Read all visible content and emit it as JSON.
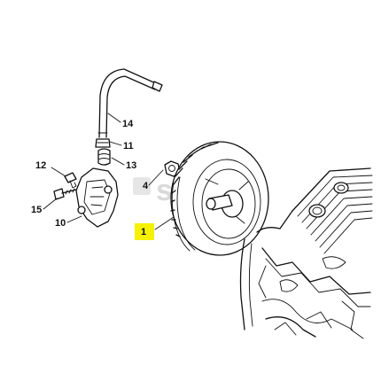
{
  "watermark": "spa a",
  "callouts": {
    "c1": "1",
    "c4": "4",
    "c10": "10",
    "c11": "11",
    "c12": "12",
    "c13": "13",
    "c14": "14",
    "c15": "15"
  },
  "colors": {
    "highlight": "#f5f100",
    "line": "#111111",
    "watermark": "#d9d9d9"
  }
}
